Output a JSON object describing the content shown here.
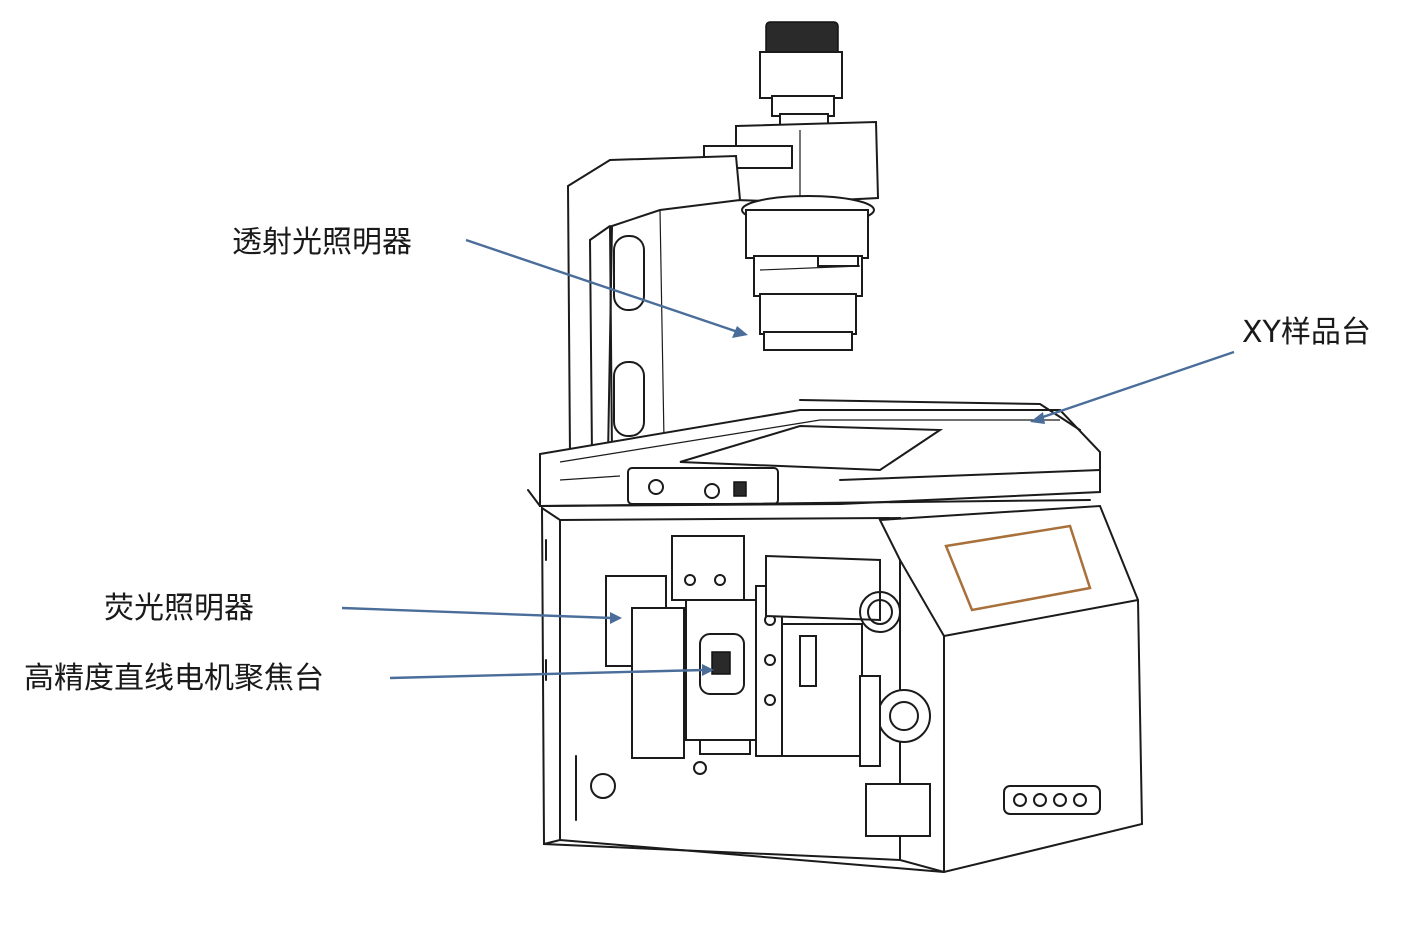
{
  "labels": {
    "transmitted_illuminator": "透射光照明器",
    "xy_stage": "XY样品台",
    "fluorescence_illuminator": "荧光照明器",
    "linear_motor_focus_stage": "高精度直线电机聚焦台"
  },
  "colors": {
    "leader_line": "#4a6d9a",
    "line_art": "#1b1b1b",
    "screen_frame": "#a8703a",
    "background": "#ffffff"
  }
}
